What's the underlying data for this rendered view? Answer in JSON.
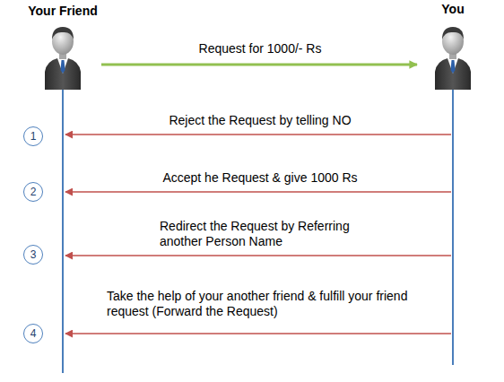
{
  "diagram": {
    "nodes": [
      {
        "text": [
          "Your Friend"
        ]
      },
      {
        "text": [
          "You"
        ]
      },
      {
        "text": [
          "1"
        ]
      },
      {
        "text": [
          "2"
        ]
      },
      {
        "text": [
          "3"
        ]
      },
      {
        "text": [
          "4"
        ]
      }
    ],
    "edges": [
      {
        "from": 0,
        "to": 1,
        "arrow": "to",
        "label": "Request for 1000/- Rs"
      },
      {
        "from": 1,
        "to": 0,
        "arrow": "to",
        "label": "Reject the Request by telling NO"
      },
      {
        "from": 1,
        "to": 0,
        "arrow": "to",
        "label": "Accept he Request & give 1000 Rs"
      },
      {
        "from": 1,
        "to": 0,
        "arrow": "to",
        "label": "Redirect the Request by Referring another Person Name"
      },
      {
        "from": 1,
        "to": 0,
        "arrow": "to",
        "label": "Take the help of your another friend & fulfill your friend request (Forward the Request)"
      }
    ]
  }
}
